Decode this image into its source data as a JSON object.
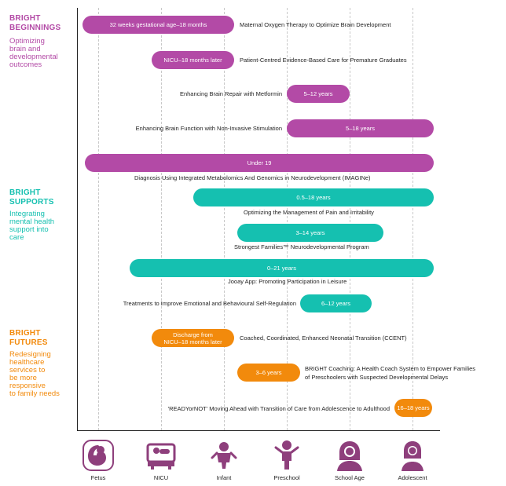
{
  "colors": {
    "beginnings": "#b34aa6",
    "supports": "#15c0b0",
    "futures": "#f28a0c",
    "icon": "#8e3f7c"
  },
  "sections": {
    "beginnings": {
      "title_1": "BRIGHT",
      "title_2": "BEGINNINGS",
      "sub_1": "Optimizing",
      "sub_2": "brain and",
      "sub_3": "developmental",
      "sub_4": "outcomes"
    },
    "supports": {
      "title_1": "BRIGHT",
      "title_2": "SUPPORTS",
      "sub_1": "Integrating",
      "sub_2": "mental health",
      "sub_3": "support into",
      "sub_4": "care"
    },
    "futures": {
      "title_1": "BRIGHT",
      "title_2": "FUTURES",
      "sub_1": "Redesigning",
      "sub_2": "healthcare",
      "sub_3": "services to",
      "sub_4": "be more",
      "sub_5": "responsive",
      "sub_6": "to family needs"
    }
  },
  "projects": [
    {
      "range": "32 weeks gestational age–18 months",
      "name": "Maternal Oxygen Therapy to Optimize Brain Development"
    },
    {
      "range": "NICU–18 months later",
      "name": "Patient-Centred Evidence-Based Care for Premature Graduates"
    },
    {
      "range": "5–12 years",
      "name": "Enhancing Brain Repair with Metformin"
    },
    {
      "range": "5–18 years",
      "name": "Enhancing Brain Function with Non-Invasive Stimulation"
    },
    {
      "range": "Under 19",
      "name": "Diagnosis Using Integrated Metabolomics And Genomics in Neurodevelopment (IMAGINe)"
    },
    {
      "range": "0.5–18 years",
      "name": "Optimizing the Management of Pain and Irritability"
    },
    {
      "range": "3–14 years",
      "name": "Strongest Families™ Neurodevelopmental Program"
    },
    {
      "range": "0–21 years",
      "name": "Jooay App: Promoting Participation in Leisure"
    },
    {
      "range": "6–12 years",
      "name": "Treatments to Improve Emotional and Behavioural Self-Regulation"
    },
    {
      "range_1": "Discharge from",
      "range_2": "NICU–18 months later",
      "name": "Coached, Coordinated, Enhanced Neonatal Transition (CCENT)"
    },
    {
      "range": "3–6 years",
      "name_1": "BRIGHT Coaching: A Health Coach System to Empower Families",
      "name_2": "of Preschoolers with Suspected Developmental Delays"
    },
    {
      "range": "16–18 years",
      "name": "'READYorNOT' Moving Ahead with Transition of Care from Adolescence to Adulthood"
    }
  ],
  "stages": [
    {
      "label": "Fetus",
      "icon": "fetus-icon"
    },
    {
      "label": "NICU",
      "icon": "incubator-icon"
    },
    {
      "label": "Infant",
      "icon": "infant-icon"
    },
    {
      "label": "Preschool",
      "icon": "preschool-child-icon"
    },
    {
      "label": "School Age",
      "icon": "school-age-child-icon"
    },
    {
      "label": "Adolescent",
      "icon": "adolescent-icon"
    }
  ]
}
